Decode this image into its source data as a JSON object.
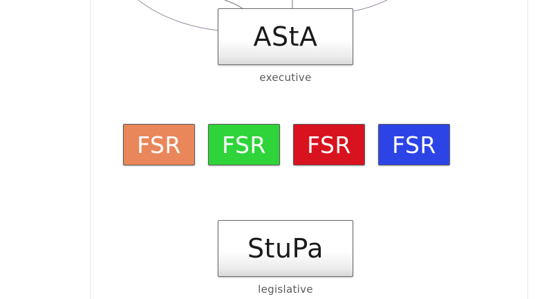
{
  "diagram": {
    "top_node": {
      "label": "AStA",
      "role": "executive"
    },
    "council_nodes": [
      {
        "label": "FSR",
        "color": "#e9875a"
      },
      {
        "label": "FSR",
        "color": "#2ed43a"
      },
      {
        "label": "FSR",
        "color": "#d9121f"
      },
      {
        "label": "FSR",
        "color": "#2c44e6"
      }
    ],
    "bottom_node": {
      "label": "StuPa",
      "role": "legislative"
    }
  }
}
